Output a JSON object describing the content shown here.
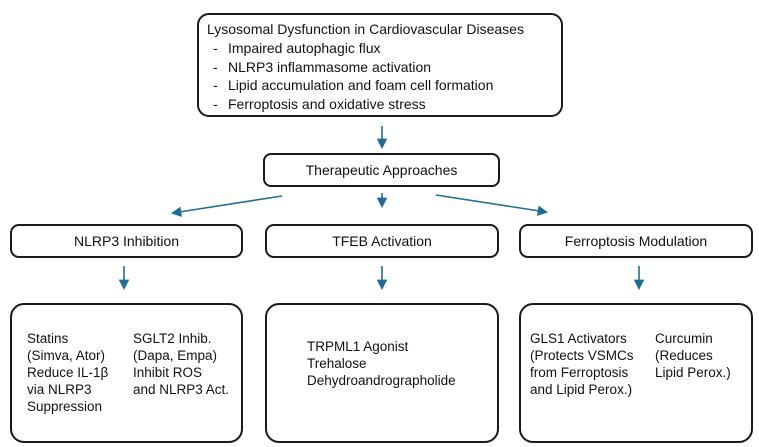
{
  "colors": {
    "arrow": "#1f6d96",
    "border": "#1a1a1a",
    "text": "#111111",
    "background": "#ffffff"
  },
  "diagram": {
    "root": {
      "title": "Lysosomal Dysfunction in Cardiovascular Diseases",
      "bullet_marker": "-",
      "bullets": [
        "Impaired autophagic flux",
        "NLRP3 inflammasome activation",
        "Lipid accumulation and foam cell formation",
        "Ferroptosis and oxidative stress"
      ]
    },
    "hub": {
      "label": "Therapeutic Approaches"
    },
    "branches": [
      {
        "label": "NLRP3 Inhibition",
        "columns": [
          {
            "lines": [
              "Statins",
              "(Simva, Ator)",
              "Reduce IL-1β",
              "via NLRP3",
              "Suppression"
            ]
          },
          {
            "lines": [
              "SGLT2 Inhib.",
              "(Dapa, Empa)",
              "Inhibit ROS",
              "and NLRP3 Act."
            ]
          }
        ]
      },
      {
        "label": "TFEB Activation",
        "columns": [
          {
            "lines": [
              "TRPML1 Agonist",
              "Trehalose",
              "Dehydroandrographolide"
            ]
          }
        ]
      },
      {
        "label": "Ferroptosis Modulation",
        "columns": [
          {
            "lines": [
              "GLS1 Activators",
              "(Protects VSMCs",
              "from Ferroptosis",
              "and Lipid Perox.)"
            ]
          },
          {
            "lines": [
              "Curcumin",
              "(Reduces",
              "Lipid Perox.)"
            ]
          }
        ]
      }
    ]
  }
}
